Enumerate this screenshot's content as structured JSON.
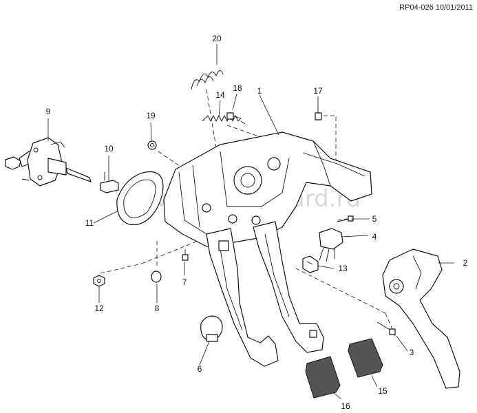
{
  "reference": "RP04-026 10/01/2011",
  "watermark": "www.autoshard.ru",
  "callouts": [
    "1",
    "2",
    "3",
    "4",
    "5",
    "6",
    "7",
    "8",
    "9",
    "10",
    "11",
    "12",
    "13",
    "14",
    "15",
    "16",
    "17",
    "18",
    "19",
    "20"
  ]
}
